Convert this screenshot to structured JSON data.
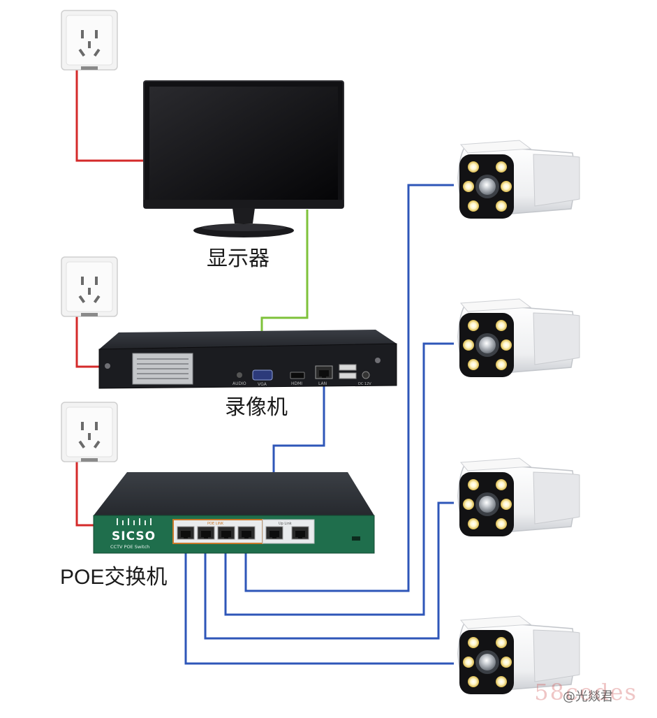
{
  "labels": {
    "monitor": "显示器",
    "nvr": "录像机",
    "poe_switch": "POE交换机"
  },
  "switch": {
    "brand": "SICSO",
    "model": "CCTV POE Switch",
    "poe_group": "POE LINK",
    "uplink_group": "Up Link"
  },
  "nvr_ports": {
    "audio": "AUDIO",
    "vga": "VGA",
    "hdmi": "HDMI",
    "lan": "LAN",
    "power": "DC 12V"
  },
  "watermark": {
    "site": "58codes",
    "author": "@光燚君"
  },
  "colors": {
    "power_cable": "#d42a2a",
    "video_cable": "#7ec23a",
    "network_cable": "#2e56b8",
    "switch_body": "#1f6e4c"
  }
}
